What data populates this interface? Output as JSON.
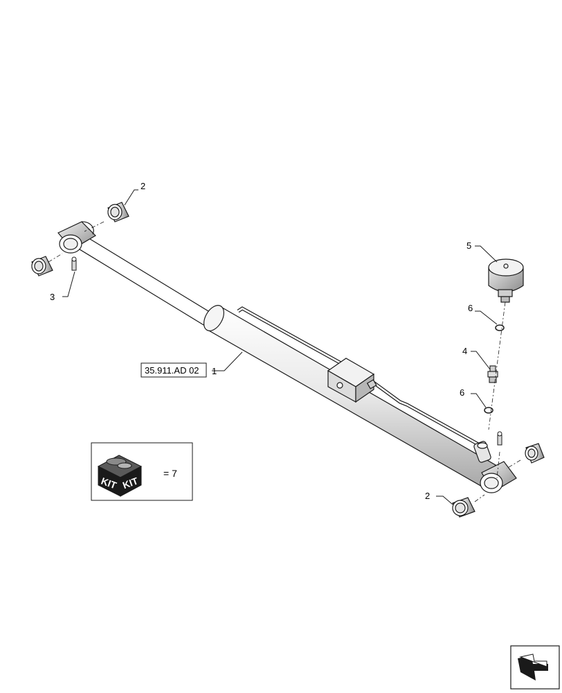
{
  "callouts": {
    "c1": "1",
    "c2a": "2",
    "c2b": "2",
    "c3": "3",
    "c4": "4",
    "c5": "5",
    "c6a": "6",
    "c6b": "6"
  },
  "reference": "35.911.AD 02",
  "kit": {
    "word": "KIT",
    "quantity": "= 7"
  }
}
